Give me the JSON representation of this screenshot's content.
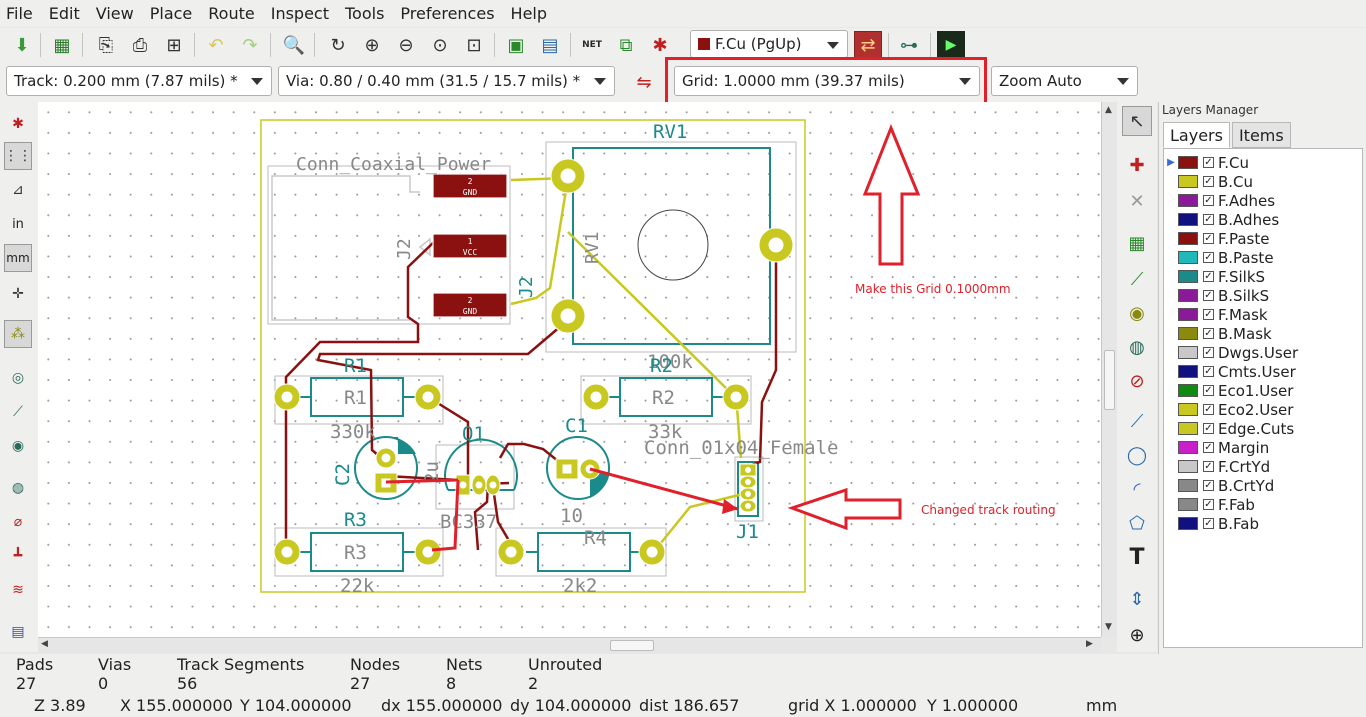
{
  "menu": [
    "File",
    "Edit",
    "View",
    "Place",
    "Route",
    "Inspect",
    "Tools",
    "Preferences",
    "Help"
  ],
  "toolbar": {
    "layer_select": "F.Cu (PgUp)",
    "track_select": "Track: 0.200 mm (7.87 mils) *",
    "via_select": "Via: 0.80 / 0.40 mm (31.5 / 15.7 mils) *",
    "grid_select": "Grid: 1.0000 mm (39.37 mils)",
    "zoom_select": "Zoom Auto",
    "net_label": "NET"
  },
  "left_toolbar": {
    "in_label": "in",
    "mm_label": "mm"
  },
  "pcb": {
    "labels": {
      "rv1": "RV1",
      "rv1_side": "RV1",
      "rv1_value": "100k",
      "j2_title": "Conn_Coaxial_Power",
      "j2_ref": "J2",
      "j2_ref2": "J2",
      "pad_gnd": "GND",
      "pad_vcc": "VCC",
      "pad_2": "2",
      "pad_1": "1",
      "r1": "R1",
      "r1_body": "R1",
      "r1_value": "330k",
      "r2": "R2",
      "r2_body": "R2",
      "r2_value": "33k",
      "r3": "R3",
      "r3_body": "R3",
      "r3_value": "22k",
      "r4": "R4",
      "r4_value": "2k2",
      "q1": "Q1",
      "q1_value": "BC337",
      "c1": "C1",
      "c1_value": "10",
      "c2": "C2",
      "c2_value": "2u",
      "j1": "J1",
      "j1_title": "Conn_01x04_Female"
    }
  },
  "annotations": {
    "grid_note": "Make this Grid 0.1000mm",
    "routing_note": "Changed track routing",
    "color": "#e0202a"
  },
  "layers_manager": {
    "title": "Layers Manager",
    "tabs": [
      "Layers",
      "Items"
    ],
    "layers": [
      {
        "name": "F.Cu",
        "color": "#8b1111"
      },
      {
        "name": "B.Cu",
        "color": "#c8c820"
      },
      {
        "name": "F.Adhes",
        "color": "#8b1a9b"
      },
      {
        "name": "B.Adhes",
        "color": "#101080"
      },
      {
        "name": "F.Paste",
        "color": "#8b1111"
      },
      {
        "name": "B.Paste",
        "color": "#20b8b8"
      },
      {
        "name": "F.SilkS",
        "color": "#1a8a8a"
      },
      {
        "name": "B.SilkS",
        "color": "#8b1a9b"
      },
      {
        "name": "F.Mask",
        "color": "#8b1a9b"
      },
      {
        "name": "B.Mask",
        "color": "#8a8a10"
      },
      {
        "name": "Dwgs.User",
        "color": "#c8c8c8"
      },
      {
        "name": "Cmts.User",
        "color": "#101080"
      },
      {
        "name": "Eco1.User",
        "color": "#108a10"
      },
      {
        "name": "Eco2.User",
        "color": "#c8c820"
      },
      {
        "name": "Edge.Cuts",
        "color": "#c8c820"
      },
      {
        "name": "Margin",
        "color": "#c820c8"
      },
      {
        "name": "F.CrtYd",
        "color": "#c8c8c8"
      },
      {
        "name": "B.CrtYd",
        "color": "#888888"
      },
      {
        "name": "F.Fab",
        "color": "#888888"
      },
      {
        "name": "B.Fab",
        "color": "#101080"
      }
    ]
  },
  "status": {
    "pads_label": "Pads",
    "pads": "27",
    "vias_label": "Vias",
    "vias": "0",
    "tracks_label": "Track Segments",
    "tracks": "56",
    "nodes_label": "Nodes",
    "nodes": "27",
    "nets_label": "Nets",
    "nets": "8",
    "unrouted_label": "Unrouted",
    "unrouted": "2",
    "zoom": "Z 3.89",
    "x": "X 155.000000",
    "y": "Y 104.000000",
    "dx": "dx 155.000000",
    "dy": "dy 104.000000",
    "dist": "dist 186.657",
    "grid": "grid X 1.000000  Y 1.000000",
    "units": "mm"
  }
}
